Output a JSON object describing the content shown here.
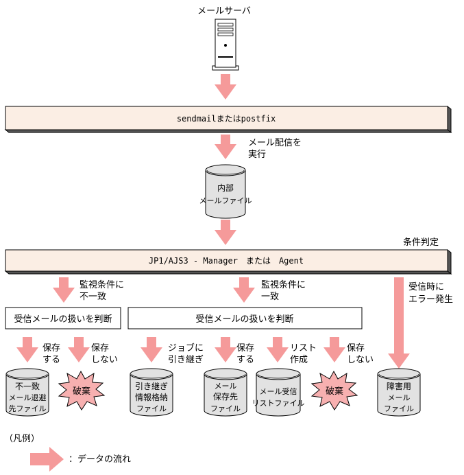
{
  "colors": {
    "arrow": "#f59a9a",
    "band_fill": "#fbeee4",
    "cylinder_fill": "#e2e2e2",
    "burst_fill": "#f7b0b0",
    "stroke": "#000000"
  },
  "mail_server": {
    "label": "メールサーバ",
    "icon": "server-icon"
  },
  "mta_band": {
    "label": "sendmailまたはpostfix"
  },
  "step_exec": {
    "line1": "メール配信を",
    "line2": "実行"
  },
  "internal_mail_file": {
    "line1": "内部",
    "line2": "メールファイル"
  },
  "condition_label": "条件判定",
  "jp1_band": {
    "label": "JP1/AJS3 - Manager　または　Agent"
  },
  "left_branch": {
    "arrow_line1": "監視条件に",
    "arrow_line2": "不一致",
    "box_label": "受信メールの扱いを判断",
    "save": {
      "line1": "保存",
      "line2": "する"
    },
    "nosave": {
      "line1": "保存",
      "line2": "しない"
    },
    "file": {
      "line1": "不一致",
      "line2": "メール退避",
      "line3": "先ファイル"
    },
    "discard": "破棄"
  },
  "middle_branch": {
    "arrow_line1": "監視条件に",
    "arrow_line2": "一致",
    "box_label": "受信メールの扱いを判断",
    "handover": {
      "line1": "ジョブに",
      "line2": "引き継ぎ"
    },
    "save": {
      "line1": "保存",
      "line2": "する"
    },
    "list": {
      "line1": "リスト",
      "line2": "作成"
    },
    "nosave": {
      "line1": "保存",
      "line2": "しない"
    },
    "handover_file": {
      "line1": "引き継ぎ",
      "line2": "情報格納",
      "line3": "ファイル"
    },
    "save_file": {
      "line1": "メール",
      "line2": "保存先",
      "line3": "ファイル"
    },
    "list_file": {
      "line1": "メール受信",
      "line2": "リストファイル"
    },
    "discard": "破棄"
  },
  "right_branch": {
    "arrow_line1": "受信時に",
    "arrow_line2": "エラー発生",
    "file": {
      "line1": "障害用",
      "line2": "メール",
      "line3": "ファイル"
    }
  },
  "legend": {
    "title": "（凡例）",
    "item_label": "：データの流れ"
  }
}
